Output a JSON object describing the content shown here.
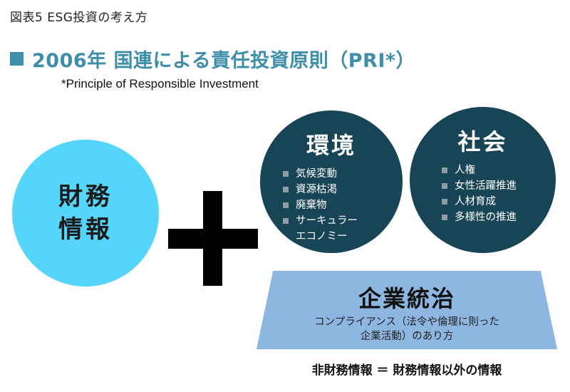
{
  "figure_label": "図表5  ESG投資の考え方",
  "title": "2006年 国連による責任投資原則（PRI*）",
  "subtitle": "*Principle of Responsible Investment",
  "financial": {
    "line1": "財務",
    "line2": "情報"
  },
  "environment": {
    "title": "環境",
    "items": [
      "気候変動",
      "資源枯渇",
      "廃棄物",
      "サーキュラー",
      "エコノミー"
    ]
  },
  "society": {
    "title": "社会",
    "items": [
      "人権",
      "女性活躍推進",
      "人材育成",
      "多様性の推進"
    ]
  },
  "governance": {
    "title": "企業統治",
    "desc_line1": "コンプライアンス（法令や倫理に則った",
    "desc_line2": "企業活動）のあり方"
  },
  "note": "非財務情報 ＝ 財務情報以外の情報",
  "colors": {
    "accent": "#3d8ea8",
    "financial_circle": "#56d5fa",
    "dark_circle": "#184556",
    "trapezoid": "#8db7e1"
  }
}
